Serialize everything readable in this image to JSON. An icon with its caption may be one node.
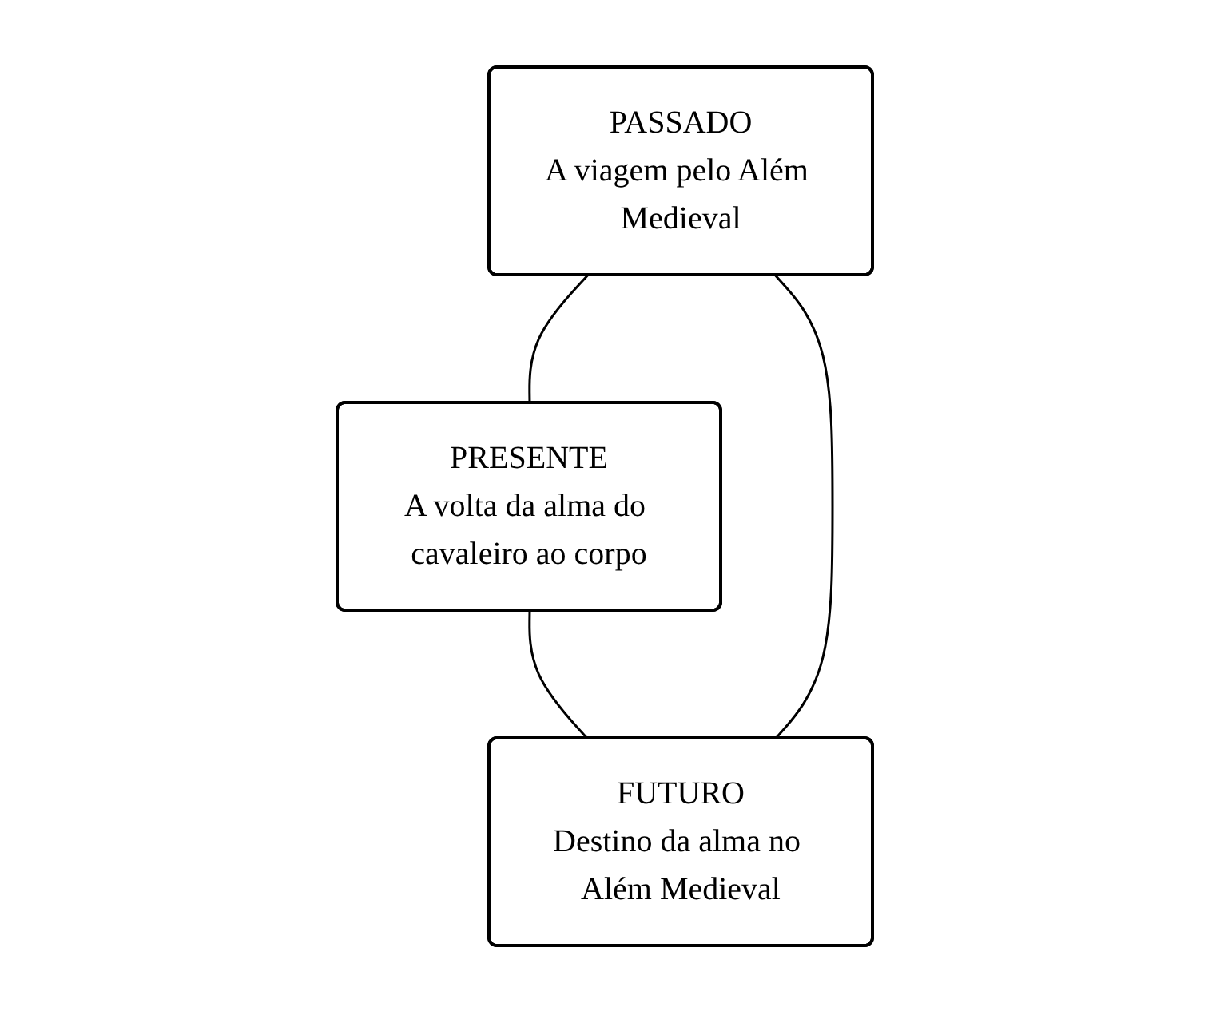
{
  "diagram": {
    "nodes": [
      {
        "text": [
          "PASSADO",
          "A viagem pelo Além Medieval"
        ]
      },
      {
        "text": [
          "PRESENTE",
          "A volta da alma do cavaleiro ao corpo"
        ]
      },
      {
        "text": [
          "FUTURO",
          "Destino da alma no Além Medieval"
        ]
      }
    ],
    "edges": [
      {
        "from": 0,
        "to": 1,
        "arrow": "none"
      },
      {
        "from": 1,
        "to": 2,
        "arrow": "none"
      },
      {
        "from": 2,
        "to": 0,
        "arrow": "none"
      }
    ]
  }
}
